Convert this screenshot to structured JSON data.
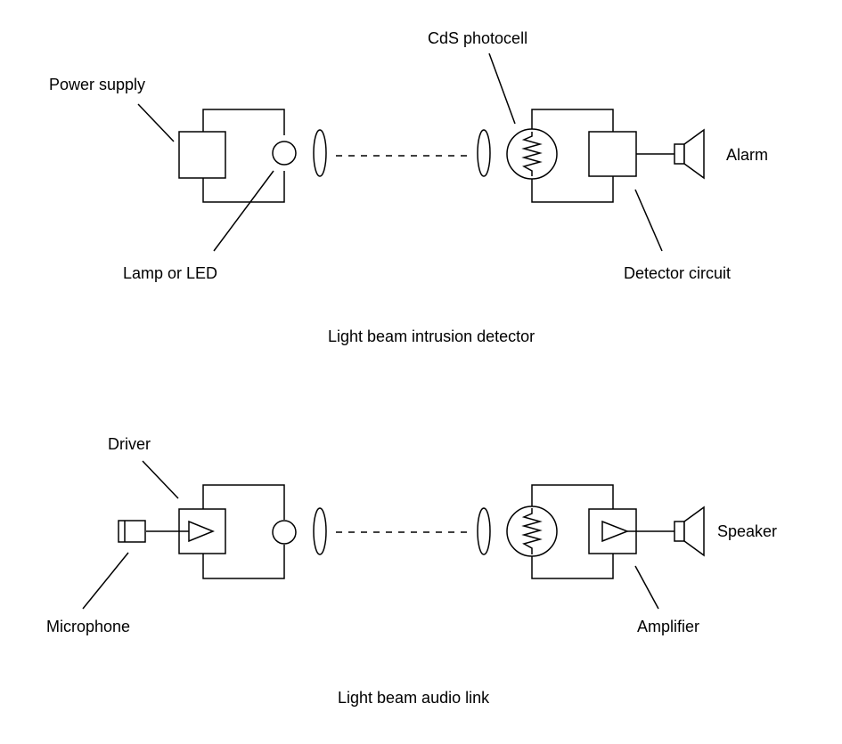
{
  "colors": {
    "stroke": "#000000",
    "background": "#ffffff"
  },
  "diagrams": {
    "top": {
      "caption": "Light beam intrusion detector",
      "labels": {
        "power_supply": "Power supply",
        "lamp": "Lamp or LED",
        "photocell": "CdS photocell",
        "detector": "Detector circuit",
        "alarm": "Alarm"
      }
    },
    "bottom": {
      "caption": "Light beam audio link",
      "labels": {
        "driver": "Driver",
        "microphone": "Microphone",
        "amplifier": "Amplifier",
        "speaker": "Speaker"
      }
    }
  },
  "icons": [
    "lamp-icon",
    "lens-icon",
    "photocell-icon",
    "speaker-icon",
    "microphone-icon",
    "amplifier-icon"
  ]
}
